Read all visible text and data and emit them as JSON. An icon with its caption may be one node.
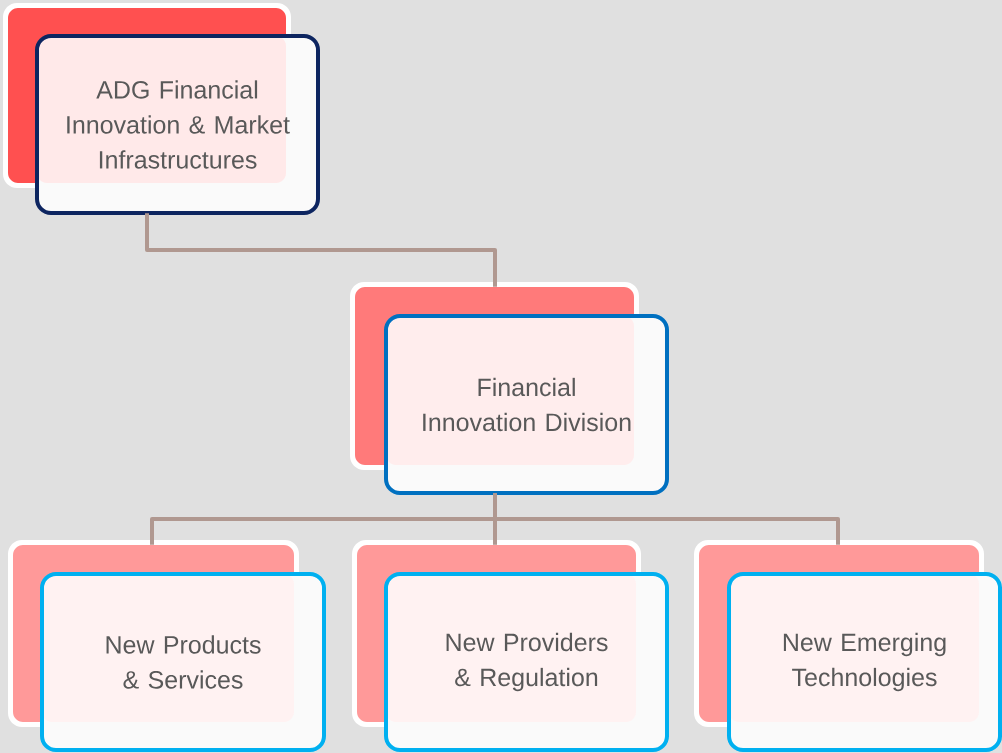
{
  "diagram": {
    "nodes": [
      {
        "text": [
          "ADG Financial Innovation & Market Infrastructures"
        ]
      },
      {
        "text": [
          "Financial Innovation Division"
        ]
      },
      {
        "text": [
          "New Products & Services"
        ]
      },
      {
        "text": [
          "New Providers & Regulation"
        ]
      },
      {
        "text": [
          "New Emerging Technologies"
        ]
      }
    ],
    "edges": [
      {
        "from": 0,
        "to": 1,
        "arrow": "none"
      },
      {
        "from": 1,
        "to": 2,
        "arrow": "none"
      },
      {
        "from": 1,
        "to": 3,
        "arrow": "none"
      },
      {
        "from": 1,
        "to": 4,
        "arrow": "none"
      }
    ]
  }
}
